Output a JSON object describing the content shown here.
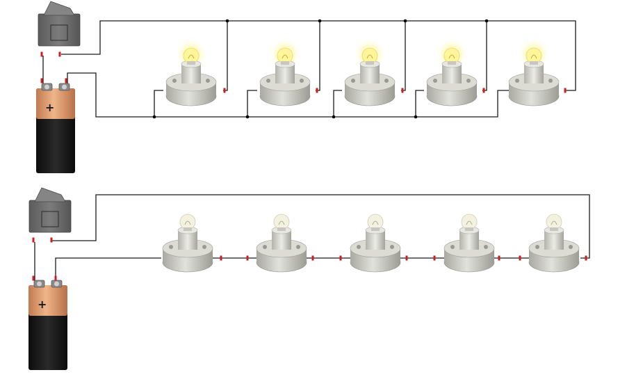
{
  "diagrams": [
    {
      "id": "parallel-circuit",
      "wiring": "parallel",
      "battery": {
        "terminal_mark": "+"
      },
      "switch": {
        "state": "on"
      },
      "bulb_count": 5,
      "bulb_state": "lit"
    },
    {
      "id": "series-circuit",
      "wiring": "series",
      "battery": {
        "terminal_mark": "+"
      },
      "switch": {
        "state": "on"
      },
      "bulb_count": 5,
      "bulb_state": "dim"
    }
  ],
  "colors": {
    "wire": "#1a1a1a",
    "junction": "#000000",
    "connector_red": "#cc1f1f",
    "battery_copper": "#d99a6c",
    "battery_black": "#151515",
    "switch_body": "#6f6f6f",
    "socket_grey": "#c9c9c2",
    "bulb_lit": "#fff59a",
    "bulb_dim": "#f3f1df"
  },
  "icons": {
    "battery": "battery-icon",
    "switch": "rocker-switch-icon",
    "bulb": "light-bulb-icon"
  }
}
